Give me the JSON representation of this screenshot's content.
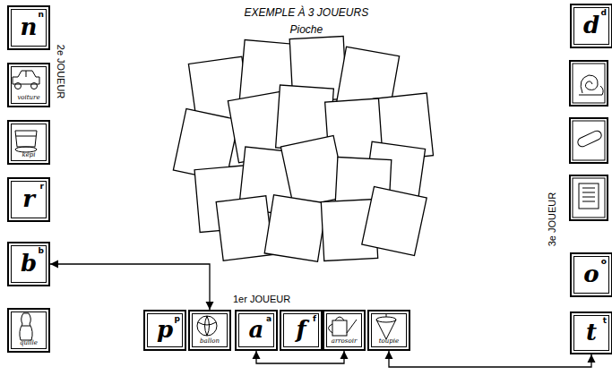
{
  "diagram": {
    "title": "EXEMPLE À 3 JOUEURS",
    "nodes": [
      {
        "text": [
          "n",
          "n"
        ]
      },
      {
        "text": [
          "voiture"
        ]
      },
      {
        "text": [
          "képi"
        ]
      },
      {
        "text": [
          "r",
          "r"
        ]
      },
      {
        "text": [
          "b",
          "b"
        ]
      },
      {
        "text": [
          "quille"
        ]
      },
      {
        "text": [
          "p",
          "p"
        ]
      },
      {
        "text": [
          "ballon"
        ]
      },
      {
        "text": [
          "a",
          "a"
        ]
      },
      {
        "text": [
          "f",
          "f"
        ]
      },
      {
        "text": [
          "arrosoir"
        ]
      },
      {
        "text": [
          "toupie"
        ]
      },
      {
        "text": [
          "d",
          "d"
        ]
      },
      {
        "text": [
          "o",
          "o"
        ]
      },
      {
        "text": [
          "t",
          "t"
        ]
      }
    ],
    "edges": [
      {
        "from": 4,
        "to": 7,
        "arrow": "both"
      },
      {
        "from": 8,
        "to": 10,
        "arrow": "both"
      },
      {
        "from": 11,
        "to": 14,
        "arrow": "both"
      }
    ],
    "labels": [
      "Pioche",
      "2e JOUEUR",
      "1er JOUEUR",
      "3e JOUEUR"
    ]
  }
}
